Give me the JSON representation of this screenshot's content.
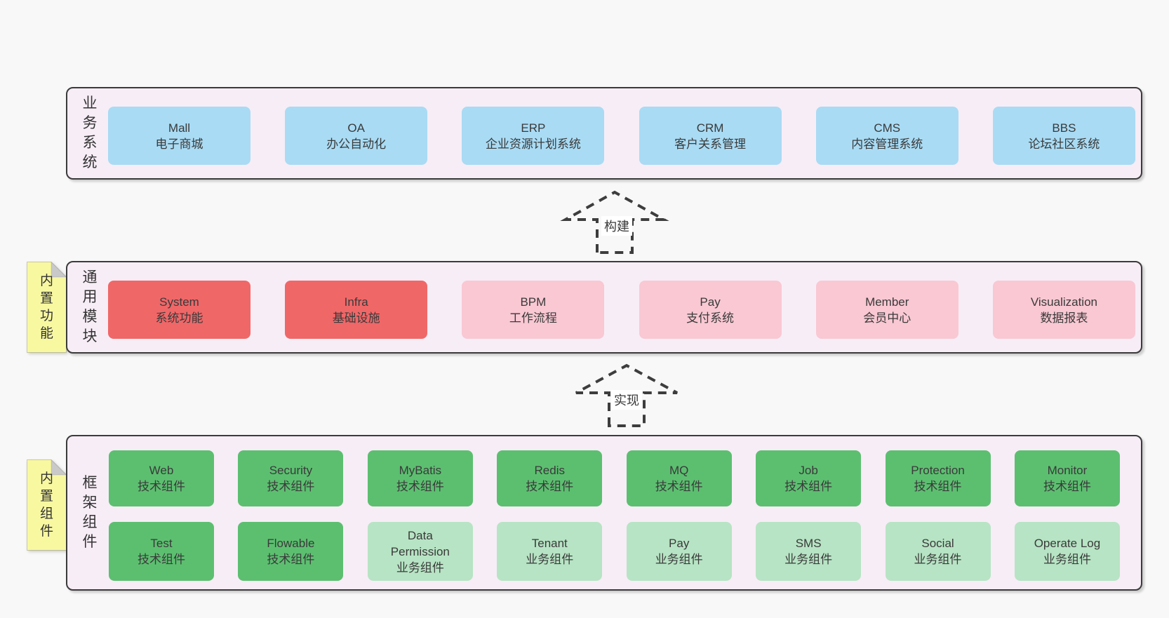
{
  "colors": {
    "page_bg": "#f8f8f8",
    "layer_bg": "#f7edf6",
    "layer_border": "#3b3b3b",
    "blue": "#a9dbf4",
    "red": "#f06768",
    "pink": "#f9c8d3",
    "green": "#5cbf70",
    "lightgreen": "#b7e4c4",
    "note": "#f8f8a1",
    "fold": "#c9c9c9",
    "text": "#333333"
  },
  "layers": [
    {
      "id": "business-systems",
      "label": "业务系统",
      "note": null,
      "rows": [
        [
          {
            "lines": [
              "Mall",
              "电子商城"
            ],
            "type": "blue"
          },
          {
            "lines": [
              "OA",
              "办公自动化"
            ],
            "type": "blue"
          },
          {
            "lines": [
              "ERP",
              "企业资源计划系统"
            ],
            "type": "blue"
          },
          {
            "lines": [
              "CRM",
              "客户关系管理"
            ],
            "type": "blue"
          },
          {
            "lines": [
              "CMS",
              "内容管理系统"
            ],
            "type": "blue"
          },
          {
            "lines": [
              "BBS",
              "论坛社区系统"
            ],
            "type": "blue"
          }
        ]
      ]
    },
    {
      "id": "common-modules",
      "label": "通用模块",
      "note": "内置功能",
      "rows": [
        [
          {
            "lines": [
              "System",
              "系统功能"
            ],
            "type": "red"
          },
          {
            "lines": [
              "Infra",
              "基础设施"
            ],
            "type": "red"
          },
          {
            "lines": [
              "BPM",
              "工作流程"
            ],
            "type": "pink"
          },
          {
            "lines": [
              "Pay",
              "支付系统"
            ],
            "type": "pink"
          },
          {
            "lines": [
              "Member",
              "会员中心"
            ],
            "type": "pink"
          },
          {
            "lines": [
              "Visualization",
              "数据报表"
            ],
            "type": "pink"
          }
        ]
      ]
    },
    {
      "id": "framework-components",
      "label": "框架组件",
      "note": "内置组件",
      "rows": [
        [
          {
            "lines": [
              "Web",
              "技术组件"
            ],
            "type": "green"
          },
          {
            "lines": [
              "Security",
              "技术组件"
            ],
            "type": "green"
          },
          {
            "lines": [
              "MyBatis",
              "技术组件"
            ],
            "type": "green"
          },
          {
            "lines": [
              "Redis",
              "技术组件"
            ],
            "type": "green"
          },
          {
            "lines": [
              "MQ",
              "技术组件"
            ],
            "type": "green"
          },
          {
            "lines": [
              "Job",
              "技术组件"
            ],
            "type": "green"
          },
          {
            "lines": [
              "Protection",
              "技术组件"
            ],
            "type": "green"
          },
          {
            "lines": [
              "Monitor",
              "技术组件"
            ],
            "type": "green"
          }
        ],
        [
          {
            "lines": [
              "Test",
              "技术组件"
            ],
            "type": "green"
          },
          {
            "lines": [
              "Flowable",
              "技术组件"
            ],
            "type": "green"
          },
          {
            "lines": [
              "Data",
              "Permission",
              "业务组件"
            ],
            "type": "lightgreen"
          },
          {
            "lines": [
              "Tenant",
              "业务组件"
            ],
            "type": "lightgreen"
          },
          {
            "lines": [
              "Pay",
              "业务组件"
            ],
            "type": "lightgreen"
          },
          {
            "lines": [
              "SMS",
              "业务组件"
            ],
            "type": "lightgreen"
          },
          {
            "lines": [
              "Social",
              "业务组件"
            ],
            "type": "lightgreen"
          },
          {
            "lines": [
              "Operate Log",
              "业务组件"
            ],
            "type": "lightgreen"
          }
        ]
      ]
    }
  ],
  "arrows": [
    {
      "label": "构建"
    },
    {
      "label": "实现"
    }
  ]
}
